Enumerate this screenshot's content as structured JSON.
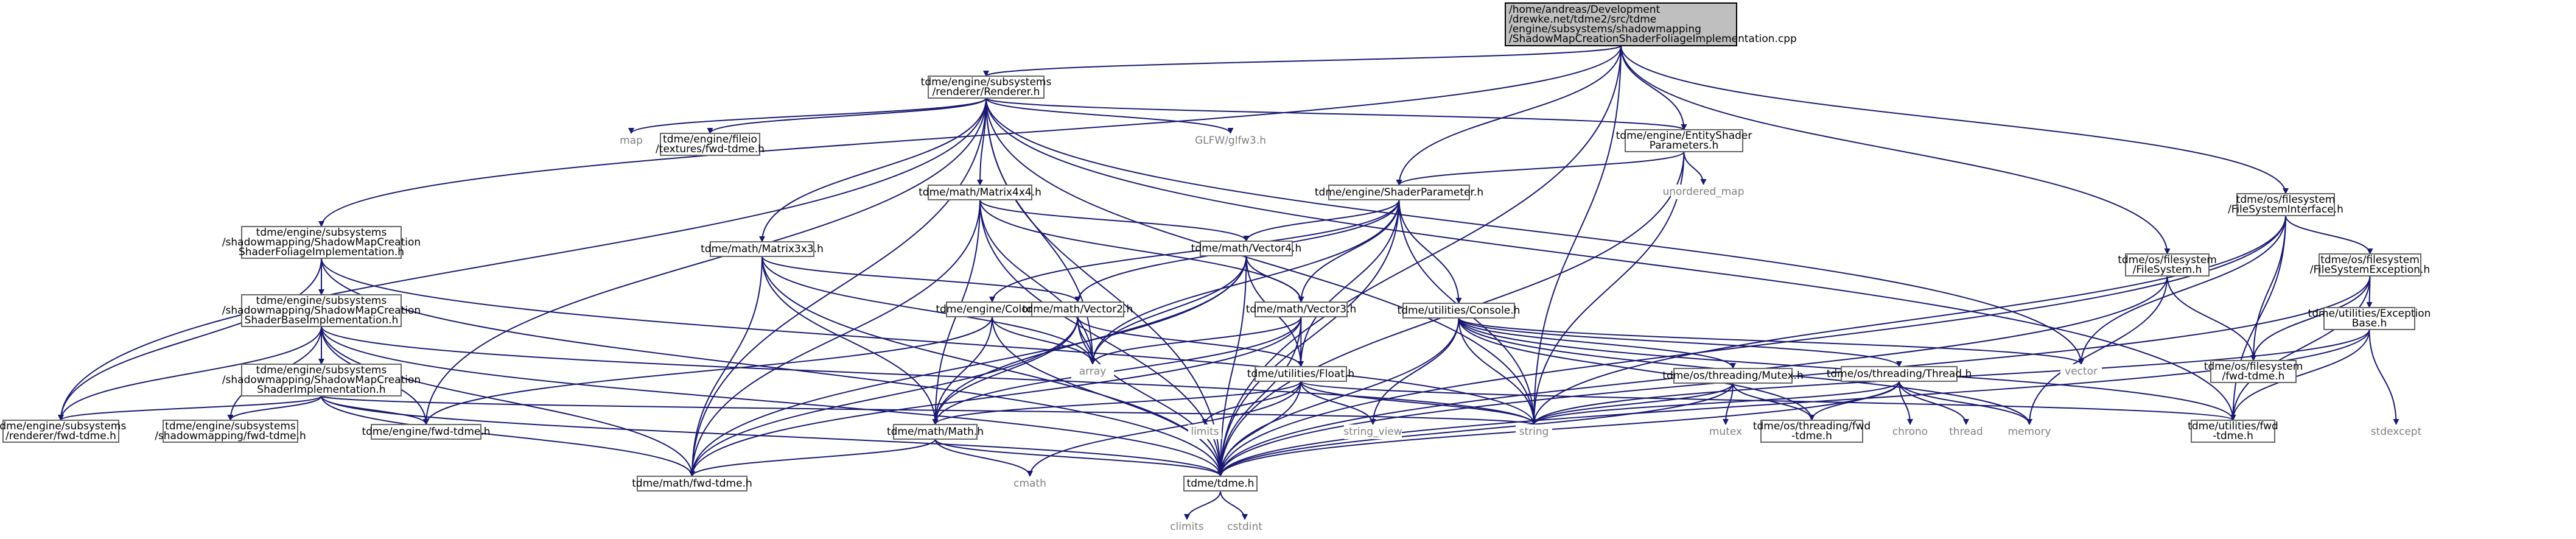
{
  "title": "",
  "nodes": [
    {
      "id": "root",
      "kind": "root",
      "lines": [
        "/home/andreas/Development",
        "/drewke.net/tdme2/src/tdme",
        "/engine/subsystems/shadowmapping",
        "/ShadowMapCreationShaderFoliageImplementation.cpp"
      ]
    },
    {
      "id": "renderer",
      "kind": "file",
      "lines": [
        "tdme/engine/subsystems",
        "/renderer/Renderer.h"
      ]
    },
    {
      "id": "map",
      "kind": "ext",
      "lines": [
        "map"
      ]
    },
    {
      "id": "fileio_fwd",
      "kind": "file",
      "lines": [
        "tdme/engine/fileio",
        "/textures/fwd-tdme.h"
      ]
    },
    {
      "id": "glfw",
      "kind": "ext",
      "lines": [
        "GLFW/glfw3.h"
      ]
    },
    {
      "id": "entity_shader_params",
      "kind": "file",
      "lines": [
        "tdme/engine/EntityShader",
        "Parameters.h"
      ]
    },
    {
      "id": "unordered_map",
      "kind": "ext",
      "lines": [
        "unordered_map"
      ]
    },
    {
      "id": "fs_interface",
      "kind": "file",
      "lines": [
        "tdme/os/filesystem",
        "/FileSystemInterface.h"
      ]
    },
    {
      "id": "matrix4x4",
      "kind": "file",
      "lines": [
        "tdme/math/Matrix4x4.h"
      ]
    },
    {
      "id": "shader_parameter",
      "kind": "file",
      "lines": [
        "tdme/engine/ShaderParameter.h"
      ]
    },
    {
      "id": "smc_foliage_h",
      "kind": "file",
      "lines": [
        "tdme/engine/subsystems",
        "/shadowmapping/ShadowMapCreation",
        "ShaderFoliageImplementation.h"
      ]
    },
    {
      "id": "matrix3x3",
      "kind": "file",
      "lines": [
        "tdme/math/Matrix3x3.h"
      ]
    },
    {
      "id": "vector4",
      "kind": "file",
      "lines": [
        "tdme/math/Vector4.h"
      ]
    },
    {
      "id": "filesystem_h",
      "kind": "file",
      "lines": [
        "tdme/os/filesystem",
        "/FileSystem.h"
      ]
    },
    {
      "id": "fs_exception",
      "kind": "file",
      "lines": [
        "tdme/os/filesystem",
        "/FileSystemException.h"
      ]
    },
    {
      "id": "smc_base_h",
      "kind": "file",
      "lines": [
        "tdme/engine/subsystems",
        "/shadowmapping/ShadowMapCreation",
        "ShaderBaseImplementation.h"
      ]
    },
    {
      "id": "color4",
      "kind": "file",
      "lines": [
        "tdme/engine/Color4.h"
      ]
    },
    {
      "id": "vector2",
      "kind": "file",
      "lines": [
        "tdme/math/Vector2.h"
      ]
    },
    {
      "id": "vector3",
      "kind": "file",
      "lines": [
        "tdme/math/Vector3.h"
      ]
    },
    {
      "id": "console",
      "kind": "file",
      "lines": [
        "tdme/utilities/Console.h"
      ]
    },
    {
      "id": "vector",
      "kind": "ext",
      "lines": [
        "vector"
      ]
    },
    {
      "id": "fs_fwd",
      "kind": "file",
      "lines": [
        "tdme/os/filesystem",
        "/fwd-tdme.h"
      ]
    },
    {
      "id": "exception_base",
      "kind": "file",
      "lines": [
        "tdme/utilities/Exception",
        "Base.h"
      ]
    },
    {
      "id": "smc_impl_h",
      "kind": "file",
      "lines": [
        "tdme/engine/subsystems",
        "/shadowmapping/ShadowMapCreation",
        "ShaderImplementation.h"
      ]
    },
    {
      "id": "array",
      "kind": "ext",
      "lines": [
        "array"
      ]
    },
    {
      "id": "float_h",
      "kind": "file",
      "lines": [
        "tdme/utilities/Float.h"
      ]
    },
    {
      "id": "mutex",
      "kind": "file",
      "lines": [
        "tdme/os/threading/Mutex.h"
      ]
    },
    {
      "id": "thread",
      "kind": "file",
      "lines": [
        "tdme/os/threading/Thread.h"
      ]
    },
    {
      "id": "stdexcept",
      "kind": "ext",
      "lines": [
        "stdexcept"
      ]
    },
    {
      "id": "renderer_fwd",
      "kind": "file",
      "lines": [
        "tdme/engine/subsystems",
        "/renderer/fwd-tdme.h"
      ]
    },
    {
      "id": "shadowmapping_fwd",
      "kind": "file",
      "lines": [
        "tdme/engine/subsystems",
        "/shadowmapping/fwd-tdme.h"
      ]
    },
    {
      "id": "engine_fwd",
      "kind": "file",
      "lines": [
        "tdme/engine/fwd-tdme.h"
      ]
    },
    {
      "id": "math_h",
      "kind": "file",
      "lines": [
        "tdme/math/Math.h"
      ]
    },
    {
      "id": "limits_a",
      "kind": "ext",
      "lines": [
        "limits"
      ]
    },
    {
      "id": "string_view",
      "kind": "ext",
      "lines": [
        "string_view"
      ]
    },
    {
      "id": "string",
      "kind": "ext",
      "lines": [
        "string"
      ]
    },
    {
      "id": "mutex_std",
      "kind": "ext",
      "lines": [
        "mutex"
      ]
    },
    {
      "id": "threading_fwd",
      "kind": "file",
      "lines": [
        "tdme/os/threading/fwd",
        "-tdme.h"
      ]
    },
    {
      "id": "chrono",
      "kind": "ext",
      "lines": [
        "chrono"
      ]
    },
    {
      "id": "thread_std",
      "kind": "ext",
      "lines": [
        "thread"
      ]
    },
    {
      "id": "memory",
      "kind": "ext",
      "lines": [
        "memory"
      ]
    },
    {
      "id": "utilities_fwd",
      "kind": "file",
      "lines": [
        "tdme/utilities/fwd",
        "-tdme.h"
      ]
    },
    {
      "id": "math_fwd",
      "kind": "file",
      "lines": [
        "tdme/math/fwd-tdme.h"
      ]
    },
    {
      "id": "cmath",
      "kind": "ext",
      "lines": [
        "cmath"
      ]
    },
    {
      "id": "tdme_h",
      "kind": "file",
      "lines": [
        "tdme/tdme.h"
      ]
    },
    {
      "id": "climits",
      "kind": "ext",
      "lines": [
        "climits"
      ]
    },
    {
      "id": "cstdint",
      "kind": "ext",
      "lines": [
        "cstdint"
      ]
    }
  ],
  "edges": [
    [
      "root",
      "renderer"
    ],
    [
      "root",
      "entity_shader_params"
    ],
    [
      "root",
      "shader_parameter"
    ],
    [
      "root",
      "fs_interface"
    ],
    [
      "root",
      "smc_foliage_h"
    ],
    [
      "root",
      "filesystem_h"
    ],
    [
      "root",
      "string"
    ],
    [
      "root",
      "tdme_h"
    ],
    [
      "renderer",
      "map"
    ],
    [
      "renderer",
      "fileio_fwd"
    ],
    [
      "renderer",
      "glfw"
    ],
    [
      "renderer",
      "entity_shader_params"
    ],
    [
      "renderer",
      "matrix4x4"
    ],
    [
      "renderer",
      "matrix3x3"
    ],
    [
      "renderer",
      "vector"
    ],
    [
      "renderer",
      "utilities_fwd"
    ],
    [
      "renderer",
      "string"
    ],
    [
      "renderer",
      "array"
    ],
    [
      "renderer",
      "renderer_fwd"
    ],
    [
      "renderer",
      "engine_fwd"
    ],
    [
      "renderer",
      "math_fwd"
    ],
    [
      "renderer",
      "tdme_h"
    ],
    [
      "entity_shader_params",
      "shader_parameter"
    ],
    [
      "entity_shader_params",
      "unordered_map"
    ],
    [
      "entity_shader_params",
      "string"
    ],
    [
      "entity_shader_params",
      "tdme_h"
    ],
    [
      "fs_interface",
      "vector"
    ],
    [
      "fs_interface",
      "string"
    ],
    [
      "fs_interface",
      "fs_exception"
    ],
    [
      "fs_interface",
      "fs_fwd"
    ],
    [
      "fs_interface",
      "utilities_fwd"
    ],
    [
      "fs_interface",
      "tdme_h"
    ],
    [
      "matrix4x4",
      "vector4"
    ],
    [
      "matrix4x4",
      "vector3"
    ],
    [
      "matrix4x4",
      "array"
    ],
    [
      "matrix4x4",
      "math_h"
    ],
    [
      "matrix4x4",
      "math_fwd"
    ],
    [
      "matrix4x4",
      "tdme_h"
    ],
    [
      "shader_parameter",
      "color4"
    ],
    [
      "shader_parameter",
      "vector2"
    ],
    [
      "shader_parameter",
      "vector3"
    ],
    [
      "shader_parameter",
      "vector4"
    ],
    [
      "shader_parameter",
      "console"
    ],
    [
      "shader_parameter",
      "float_h"
    ],
    [
      "shader_parameter",
      "array"
    ],
    [
      "shader_parameter",
      "string"
    ],
    [
      "shader_parameter",
      "tdme_h"
    ],
    [
      "smc_foliage_h",
      "smc_base_h"
    ],
    [
      "smc_foliage_h",
      "renderer_fwd"
    ],
    [
      "smc_foliage_h",
      "string"
    ],
    [
      "smc_foliage_h",
      "tdme_h"
    ],
    [
      "matrix3x3",
      "vector2"
    ],
    [
      "matrix3x3",
      "array"
    ],
    [
      "matrix3x3",
      "math_h"
    ],
    [
      "matrix3x3",
      "math_fwd"
    ],
    [
      "matrix3x3",
      "tdme_h"
    ],
    [
      "vector4",
      "vector3"
    ],
    [
      "vector4",
      "array"
    ],
    [
      "vector4",
      "float_h"
    ],
    [
      "vector4",
      "math_h"
    ],
    [
      "vector4",
      "math_fwd"
    ],
    [
      "vector4",
      "tdme_h"
    ],
    [
      "filesystem_h",
      "fs_fwd"
    ],
    [
      "filesystem_h",
      "memory"
    ],
    [
      "filesystem_h",
      "tdme_h"
    ],
    [
      "fs_exception",
      "exception_base"
    ],
    [
      "fs_exception",
      "fs_fwd"
    ],
    [
      "fs_exception",
      "utilities_fwd"
    ],
    [
      "fs_exception",
      "tdme_h"
    ],
    [
      "smc_base_h",
      "smc_impl_h"
    ],
    [
      "smc_base_h",
      "shadowmapping_fwd"
    ],
    [
      "smc_base_h",
      "renderer_fwd"
    ],
    [
      "smc_base_h",
      "engine_fwd"
    ],
    [
      "smc_base_h",
      "math_fwd"
    ],
    [
      "smc_base_h",
      "string"
    ],
    [
      "smc_base_h",
      "tdme_h"
    ],
    [
      "color4",
      "array"
    ],
    [
      "color4",
      "math_h"
    ],
    [
      "color4",
      "engine_fwd"
    ],
    [
      "color4",
      "tdme_h"
    ],
    [
      "vector2",
      "array"
    ],
    [
      "vector2",
      "float_h"
    ],
    [
      "vector2",
      "math_h"
    ],
    [
      "vector2",
      "math_fwd"
    ],
    [
      "vector2",
      "tdme_h"
    ],
    [
      "vector3",
      "array"
    ],
    [
      "vector3",
      "float_h"
    ],
    [
      "vector3",
      "math_h"
    ],
    [
      "vector3",
      "math_fwd"
    ],
    [
      "vector3",
      "tdme_h"
    ],
    [
      "console",
      "mutex"
    ],
    [
      "console",
      "thread"
    ],
    [
      "console",
      "string"
    ],
    [
      "console",
      "string_view"
    ],
    [
      "console",
      "vector"
    ],
    [
      "console",
      "memory"
    ],
    [
      "console",
      "threading_fwd"
    ],
    [
      "console",
      "utilities_fwd"
    ],
    [
      "console",
      "tdme_h"
    ],
    [
      "exception_base",
      "stdexcept"
    ],
    [
      "exception_base",
      "string"
    ],
    [
      "exception_base",
      "utilities_fwd"
    ],
    [
      "exception_base",
      "tdme_h"
    ],
    [
      "smc_impl_h",
      "renderer_fwd"
    ],
    [
      "smc_impl_h",
      "shadowmapping_fwd"
    ],
    [
      "smc_impl_h",
      "engine_fwd"
    ],
    [
      "smc_impl_h",
      "string"
    ],
    [
      "smc_impl_h",
      "math_fwd"
    ],
    [
      "smc_impl_h",
      "tdme_h"
    ],
    [
      "float_h",
      "limits_a"
    ],
    [
      "float_h",
      "string_view"
    ],
    [
      "float_h",
      "string"
    ],
    [
      "float_h",
      "cmath"
    ],
    [
      "float_h",
      "utilities_fwd"
    ],
    [
      "float_h",
      "math_h"
    ],
    [
      "float_h",
      "tdme_h"
    ],
    [
      "mutex",
      "mutex_std"
    ],
    [
      "mutex",
      "string"
    ],
    [
      "mutex",
      "threading_fwd"
    ],
    [
      "mutex",
      "tdme_h"
    ],
    [
      "thread",
      "chrono"
    ],
    [
      "thread",
      "thread_std"
    ],
    [
      "thread",
      "memory"
    ],
    [
      "thread",
      "string"
    ],
    [
      "thread",
      "threading_fwd"
    ],
    [
      "thread",
      "tdme_h"
    ],
    [
      "math_h",
      "cmath"
    ],
    [
      "math_h",
      "math_fwd"
    ],
    [
      "math_h",
      "tdme_h"
    ],
    [
      "tdme_h",
      "climits"
    ],
    [
      "tdme_h",
      "cstdint"
    ]
  ]
}
